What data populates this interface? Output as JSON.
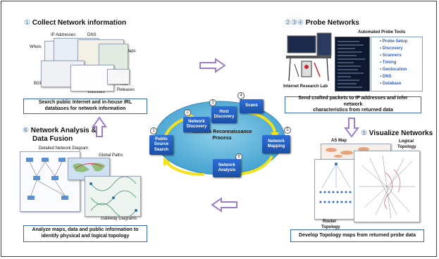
{
  "collect": {
    "num": "①",
    "title": "Collect Network information",
    "labels": {
      "ip": "IP Addresses",
      "dns": "DNS",
      "whois": "Whois",
      "maps": "Maps",
      "bgp": "BGP",
      "websites": "Websites",
      "press1": "Press",
      "press2": "Releases"
    },
    "desc_line1": "Search public Internet and in-house IRL",
    "desc_line2": "databases for network information"
  },
  "probe": {
    "num": "②③④",
    "title": "Probe Networks",
    "tools_title": "Automated Probe Tools",
    "tools": [
      "Probe Setup",
      "Discovery",
      "Scanners",
      "Timing",
      "Geolocation",
      "DNS",
      "Database"
    ],
    "lab_label": "Internet Research Lab",
    "desc_line1": "Send crafted packets to IP addresses and infer network",
    "desc_line2": "characteristics from returned data"
  },
  "analysis": {
    "num": "⑥",
    "title_line1": "Network Analysis &",
    "title_line2": "Data Fusion",
    "labels": {
      "detailed": "Detailed Network Diagram",
      "global": "Global Paths",
      "gateway": "Gateway Diagrams"
    },
    "desc_line1": "Analyze maps, data and public information to",
    "desc_line2": "identify physical and logical topology"
  },
  "visualize": {
    "num": "⑤",
    "title": "Visualize Networks",
    "labels": {
      "as_map": "AS Map",
      "logical1": "Logical",
      "logical2": "Topology",
      "router1": "Router",
      "router2": "Topology"
    },
    "desc": "Develop Topology  maps from returned probe data"
  },
  "center": {
    "title_line1": "Network Reconnaissance",
    "title_line2": "Process",
    "steps": [
      {
        "num": "1",
        "line1": "Public",
        "line2": "Source",
        "line3": "Search"
      },
      {
        "num": "2",
        "line1": "Network",
        "line2": "Discovery"
      },
      {
        "num": "3",
        "line1": "Host",
        "line2": "Discovery"
      },
      {
        "num": "4",
        "line1": "Scans"
      },
      {
        "num": "5",
        "line1": "Network",
        "line2": "Mapping"
      },
      {
        "num": "6",
        "line1": "Network",
        "line2": "Analysis"
      }
    ]
  },
  "colors": {
    "accent": "#2d6fd6",
    "arrow": "#9b7fc9",
    "cycle": "#f5e11a",
    "ellipse": "#5db3d9",
    "border": "#3467b8"
  }
}
